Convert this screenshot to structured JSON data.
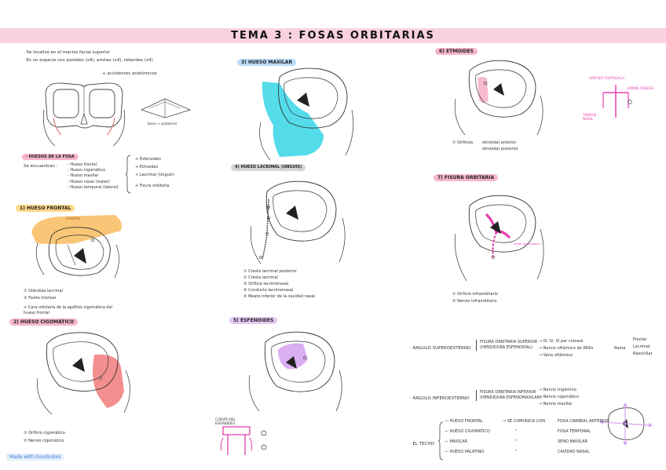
{
  "title": "TEMA 3 :   FOSAS   ORBITARIAS",
  "intro": {
    "line1": "· Se localiza en el macizo facial superior",
    "line2": "· Es un espacio con paredes (x4), aristas (x4), rebordes (x4)",
    "line3": "+ accidentes anatómicos"
  },
  "pyramid_label": "base → posterior",
  "huesos": {
    "heading": "· HUESOS DE LA FOSA",
    "lead": "Se encuentran :",
    "list": [
      "- Hueso frontal",
      "- Hueso cigomático",
      "- Hueso maxilar",
      "- Hueso nasal (malar)",
      "- Hueso temporal (lateral)"
    ],
    "list2": [
      "+ Esfenoides",
      "+ Etmoides",
      "+ Lacrimal (Unguis)",
      "+ Fisura orbitaria"
    ]
  },
  "sections": {
    "frontal": "1) HUESO FRONTAL",
    "cigomatico": "2) HUESO CIGOMÁTICO",
    "maxilar": "3) HUESO MAXILAR",
    "lacrimal": "4) HUESO LACRIMAL (UNGUIS)",
    "esfenoides": "5) ESFENOIDES",
    "etmoides": "6) ETMOIDES",
    "fisura": "7) FISURA ORBITARIA"
  },
  "frontal_legend": [
    "① Glándula lacrimal",
    "② Fosita troclear",
    "+ Cara orbitaria de la apófisis cigomática del hueso frontal"
  ],
  "cigomatico_legend": [
    "① Orificio cigomático",
    "② Nervio cigomático"
  ],
  "lacrimal_legend": [
    "① Cresta lacrimal posterior",
    "② Cresta lacrimal",
    "③ Orificio lacrimonasal",
    "④ Conducto lacrimonasal",
    "⑤ Meato inferior de la cavidad nasal"
  ],
  "etmoides_legend": [
    "① Orificios",
    "etmoidal anterior",
    "etmoidal posterior"
  ],
  "fisura_legend": [
    "① Orificio infraorbitario",
    "② Nervio infraorbitario"
  ],
  "fisura_labels": [
    "Canal infraorbitario"
  ],
  "diagram_labels": {
    "etmoides_top": "APÓFISIS CRISTAGALLI",
    "etmoides_side": "LÁMINA CRIBOSA",
    "etmoides_bottom": "TABIQUE NASAL",
    "esf_label": "CUERPO DEL ESFENOIDES",
    "frontal_label": "FRONTAL"
  },
  "angulos": {
    "superoexterno": "· ÁNGULO SUPEROEXTERNO",
    "sup_box": [
      "FISURA ORBITARIA SUPERIOR",
      "(HENDIDURA ESFENOIDAL)"
    ],
    "sup_items": [
      "→ III, IV, VI par craneal",
      "→ Nervio oftálmico de Willis",
      "→ Vena oftálmica"
    ],
    "rama_label": "Rama",
    "rama_items": [
      "Frontal",
      "Lacrimal",
      "Nasociliar"
    ],
    "inferoexterno": "· ÁNGULO INFEROEXTERNO",
    "inf_box": [
      "FISURA ORBITARIA INFERIOR",
      "(HENDIDURA ESFENOMAXILAR)"
    ],
    "inf_items": [
      "→ Nervio trigémino",
      "→ Nervio cigomático",
      "→ Nervio maxilar"
    ],
    "techo": "· EL TECHO",
    "techo_rows": [
      [
        "— HUESO FRONTAL",
        "→ SE COMUNICA CON",
        "FOSA CRANEAL ANTERIOR"
      ],
      [
        "— HUESO CIGOMÁTICO",
        "\"",
        "FOSA TEMPORAL"
      ],
      [
        "— MAXILAR",
        "\"",
        "SENO MAXILAR"
      ],
      [
        "— HUESO PALATINO",
        "\"",
        "CAVIDAD NASAL"
      ]
    ]
  },
  "badge": "Made with Goodnotes",
  "colors": {
    "pink": "#f7b6cc",
    "magenta": "#e83fb0",
    "orange": "#f7b34a",
    "cyan": "#36d6e8",
    "red": "#f06a6a",
    "purple": "#d6a6f0"
  }
}
